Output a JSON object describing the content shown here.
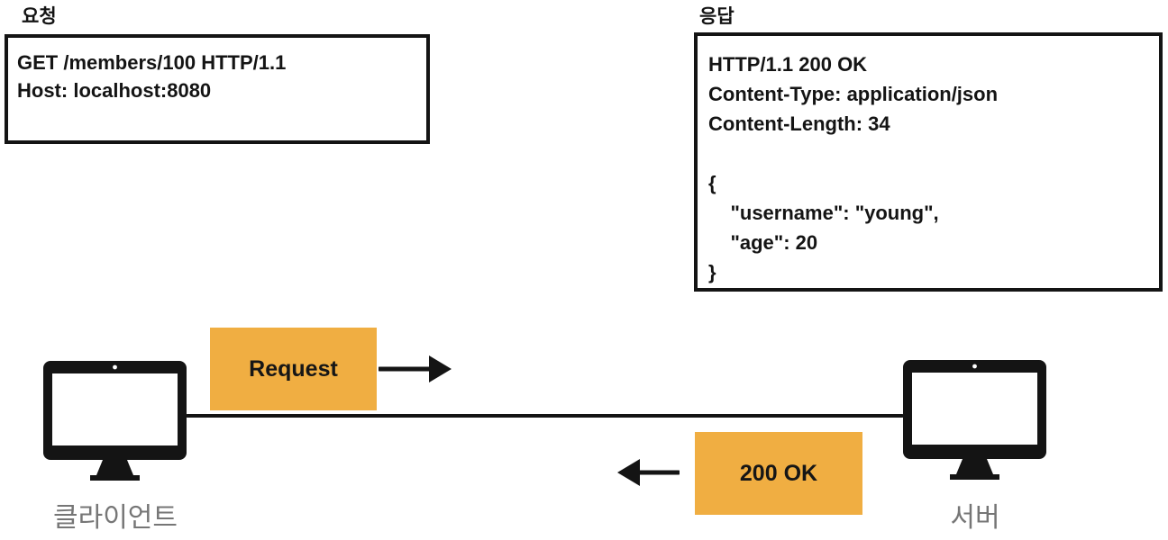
{
  "request_panel": {
    "heading": "요청",
    "lines": [
      "GET /members/100 HTTP/1.1",
      "Host: localhost:8080"
    ]
  },
  "response_panel": {
    "heading": "응답",
    "lines": [
      "HTTP/1.1 200 OK",
      "Content-Type: application/json",
      "Content-Length: 34",
      "",
      "{",
      "    \"username\": \"young\",",
      "    \"age\": 20",
      "}"
    ]
  },
  "flow": {
    "request_badge": "Request",
    "response_badge": "200 OK",
    "client_label": "클라이언트",
    "server_label": "서버"
  },
  "colors": {
    "accent_orange": "#F0AE42",
    "ink_black": "#141414",
    "label_gray": "#767676"
  },
  "icons": {
    "client": "client-monitor-icon",
    "server": "server-monitor-icon",
    "request_arrow": "arrow-right-icon",
    "response_arrow": "arrow-left-icon"
  }
}
